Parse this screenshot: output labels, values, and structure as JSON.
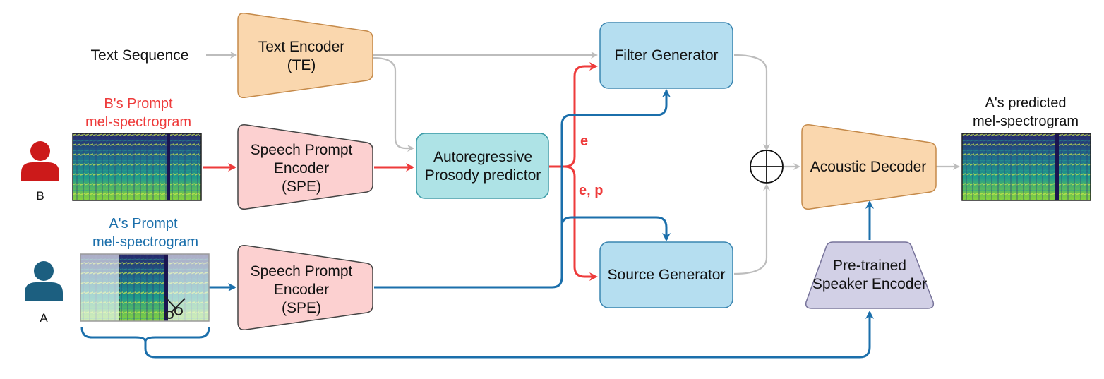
{
  "colors": {
    "gray_arrow": "#bdbdbd",
    "red": "#ee3b3b",
    "blue": "#1b6fab",
    "red_person": "#cc1a1a",
    "blue_person": "#1c5f80",
    "orange_fill": "#fad7ae",
    "orange_stroke": "#c58a4a",
    "pink_fill": "#fcd0d0",
    "dark_stroke": "#444444",
    "teal_fill": "#aee3e6",
    "teal_stroke": "#3a9aa6",
    "blue_fill": "#b5def0",
    "blue_stroke": "#3a85b0",
    "purple_fill": "#d2d0e6",
    "purple_stroke": "#77739a"
  },
  "inputs": {
    "text_sequence": "Text Sequence",
    "b_prompt_line1": "B's Prompt",
    "b_prompt_line2": "mel-spectrogram",
    "a_prompt_line1": "A's Prompt",
    "a_prompt_line2": "mel-spectrogram",
    "speaker_b": "B",
    "speaker_a": "A"
  },
  "blocks": {
    "text_encoder": [
      "Text Encoder",
      "(TE)"
    ],
    "spe_b": [
      "Speech Prompt",
      "Encoder",
      "(SPE)"
    ],
    "spe_a": [
      "Speech Prompt",
      "Encoder",
      "(SPE)"
    ],
    "prosody": [
      "Autoregressive",
      "Prosody predictor"
    ],
    "filter_generator": "Filter Generator",
    "source_generator": "Source Generator",
    "acoustic_decoder": "Acoustic Decoder",
    "speaker_encoder": [
      "Pre-trained",
      "Speaker Encoder"
    ]
  },
  "edge_labels": {
    "e": "e",
    "ep": "e, p"
  },
  "outputs": {
    "predicted_line1": "A's predicted",
    "predicted_line2": "mel-spectrogram"
  },
  "icons": {
    "speaker_b": "person-icon",
    "speaker_a": "person-icon",
    "sum": "circle-plus-icon",
    "crop": "scissors-icon",
    "spectrogram": "mel-spectrogram-image"
  }
}
